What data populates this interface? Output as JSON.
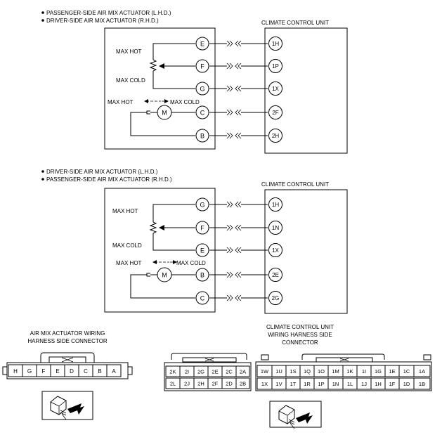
{
  "diagram1": {
    "bullets": [
      "PASSENGER-SIDE AIR MIX ACTUATOR (L.H.D.)",
      "DRIVER-SIDE AIR MIX ACTUATOR (R.H.D.)"
    ],
    "unit_label": "CLIMATE CONTROL UNIT",
    "max_hot": "MAX HOT",
    "max_cold": "MAX COLD",
    "motor_label": "M",
    "arrow_hot": "MAX HOT",
    "arrow_cold": "MAX COLD",
    "actuator_pins": [
      "E",
      "F",
      "G",
      "C",
      "B"
    ],
    "unit_pins": [
      "1H",
      "1P",
      "1X",
      "2F",
      "2H"
    ]
  },
  "diagram2": {
    "bullets": [
      "DRIVER-SIDE AIR MIX ACTUATOR (L.H.D.)",
      "PASSENGER-SIDE AIR MIX ACTUATOR (R.H.D.)"
    ],
    "unit_label": "CLIMATE CONTROL UNIT",
    "max_hot": "MAX HOT",
    "max_cold": "MAX COLD",
    "motor_label": "M",
    "arrow_hot": "MAX HOT",
    "arrow_cold": "MAX COLD",
    "actuator_pins": [
      "G",
      "F",
      "E",
      "B",
      "C"
    ],
    "unit_pins": [
      "1H",
      "1N",
      "1X",
      "2E",
      "2G"
    ]
  },
  "actuator_connector": {
    "title_line1": "AIR MIX ACTUATOR WIRING",
    "title_line2": "HARNESS SIDE CONNECTOR",
    "pins": [
      "H",
      "G",
      "F",
      "E",
      "D",
      "C",
      "B",
      "A"
    ]
  },
  "unit_connector": {
    "title_line1": "CLIMATE CONTROL UNIT",
    "title_line2": "WIRING HARNESS SIDE",
    "title_line3": "CONNECTOR",
    "small_top": [
      "2K",
      "2I",
      "2G",
      "2E",
      "2C",
      "2A"
    ],
    "small_bottom": [
      "2L",
      "2J",
      "2H",
      "2F",
      "2D",
      "2B"
    ],
    "big_top": [
      "1W",
      "1U",
      "1S",
      "1Q",
      "1O",
      "1M",
      "1K",
      "1I",
      "1G",
      "1E",
      "1C",
      "1A"
    ],
    "big_bottom": [
      "1X",
      "1V",
      "1T",
      "1R",
      "1P",
      "1N",
      "1L",
      "1J",
      "1H",
      "1F",
      "1D",
      "1B"
    ]
  }
}
